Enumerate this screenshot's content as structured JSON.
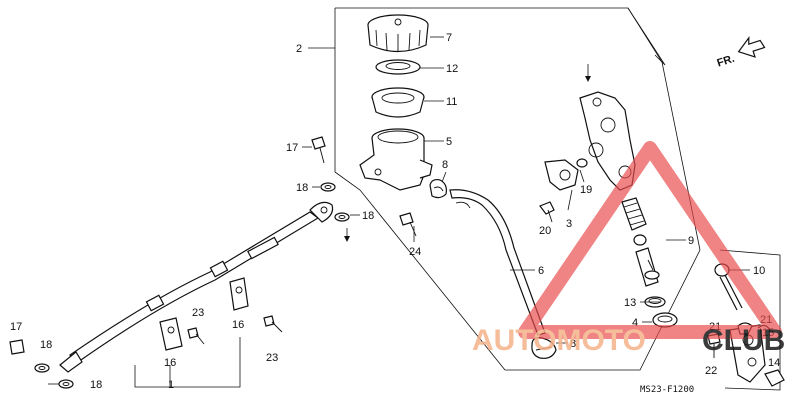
{
  "diagram": {
    "code": "MS23-F1200",
    "direction_label": "FR.",
    "labels": [
      "1",
      "2",
      "3",
      "4",
      "5",
      "6",
      "7",
      "8",
      "9",
      "10",
      "11",
      "12",
      "13",
      "14",
      "15",
      "16",
      "16",
      "17",
      "17",
      "18",
      "18",
      "18",
      "18",
      "19",
      "20",
      "21",
      "21",
      "22",
      "23",
      "23",
      "24"
    ]
  },
  "watermark": {
    "text_left": "AUTOMOTO",
    "text_right": "CLUB",
    "accent_color": "#e84a4a",
    "secondary_color": "#f5b28a"
  }
}
